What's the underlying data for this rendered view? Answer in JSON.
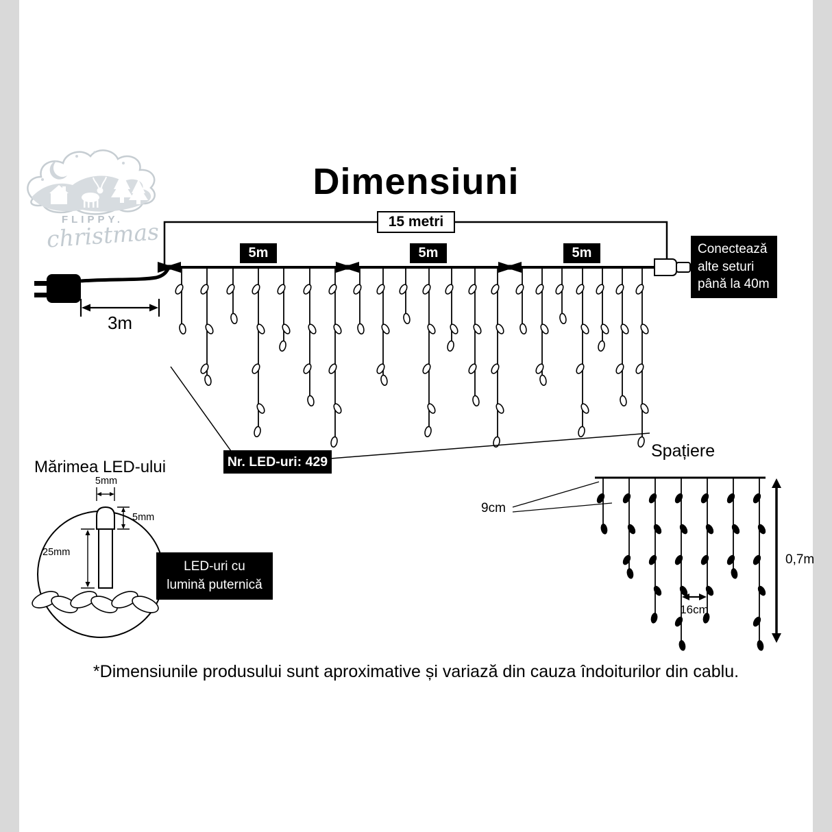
{
  "page": {
    "title": "Dimensiuni",
    "disclaimer": "*Dimensiunile produsului sunt aproximative și variază din cauza îndoiturilor din cablu."
  },
  "logo": {
    "brand": "FLIPPY.",
    "script": "christmas"
  },
  "string_diagram": {
    "total_length": "15 metri",
    "sections": [
      "5m",
      "5m",
      "5m"
    ],
    "lead_length": "3m",
    "connect_note": "Conectează\nalte seturi\npână la 40m",
    "led_count": "Nr. LED-uri: 429"
  },
  "led_size": {
    "heading": "Mărimea LED-ului",
    "cap_width": "5mm",
    "cap_height": "5mm",
    "body_length": "25mm",
    "note": "LED-uri cu lumină puternică"
  },
  "spacing": {
    "heading": "Spațiere",
    "bulb_gap": "9cm",
    "curtain_height": "0,7m",
    "drop_gap": "16cm"
  },
  "colors": {
    "ink": "#000000",
    "margin_bars": "#d9d9d9",
    "logo_gray": "#c7ced3",
    "chip_bg": "#000000",
    "chip_text": "#ffffff"
  }
}
